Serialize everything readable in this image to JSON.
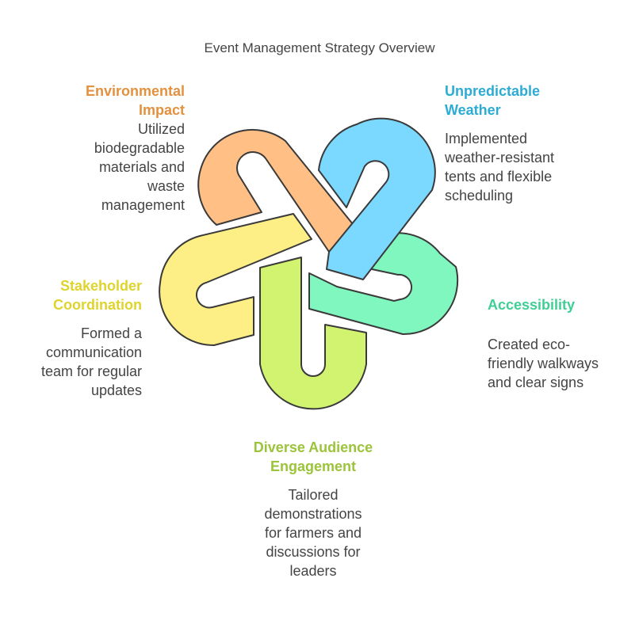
{
  "title": "Event Management Strategy Overview",
  "colors": {
    "environmental": "#e3913f",
    "weather": "#2cabd5",
    "accessibility": "#3fcf95",
    "audience": "#9cc43a",
    "stakeholder": "#ded42c"
  },
  "items": {
    "environmental": {
      "heading": "Environmental\nImpact",
      "description": "Utilized\nbiodegradable\nmaterials and\nwaste\nmanagement"
    },
    "weather": {
      "heading": "Unpredictable\nWeather",
      "description": "Implemented\nweather-resistant\ntents and flexible\nscheduling"
    },
    "accessibility": {
      "heading": "Accessibility",
      "description": "Created eco-\nfriendly walkways\nand clear signs"
    },
    "audience": {
      "heading": "Diverse Audience\nEngagement",
      "description": "Tailored\ndemonstrations\nfor farmers and\ndiscussions for\nleaders"
    },
    "stakeholder": {
      "heading": "Stakeholder\nCoordination",
      "description": "Formed a\ncommunication\nteam for regular\nupdates"
    }
  }
}
